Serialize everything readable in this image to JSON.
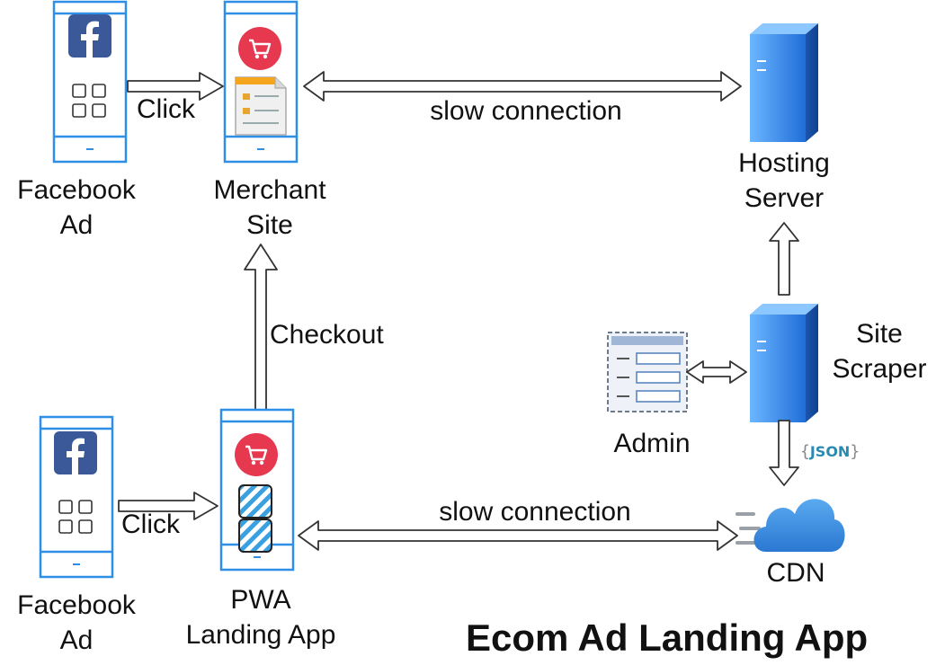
{
  "diagram": {
    "title": "Ecom Ad Landing App",
    "nodes": {
      "facebook_ad_top": {
        "line1": "Facebook",
        "line2": "Ad"
      },
      "merchant_site": {
        "line1": "Merchant",
        "line2": "Site"
      },
      "hosting_server": {
        "line1": "Hosting",
        "line2": "Server"
      },
      "site_scraper": {
        "line1": "Site",
        "line2": "Scraper"
      },
      "admin": {
        "line1": "Admin"
      },
      "facebook_ad_bottom": {
        "line1": "Facebook",
        "line2": "Ad"
      },
      "pwa_landing_app": {
        "line1": "PWA",
        "line2": "Landing App"
      },
      "cdn": {
        "line1": "CDN"
      }
    },
    "edges": {
      "click_top": "Click",
      "click_bottom": "Click",
      "slow_connection_top": "slow connection",
      "slow_connection_bottom": "slow connection",
      "checkout": "Checkout",
      "json_tag": "JSON",
      "json_open": "{",
      "json_close": "}"
    },
    "colors": {
      "phone_border": "#2f8fe6",
      "facebook_blue": "#3b5998",
      "cart_red": "#e63950",
      "server_blue": "#2a7de1",
      "cloud_blue": "#3b8fe0",
      "hatch_blue": "#3aa0e0"
    }
  }
}
